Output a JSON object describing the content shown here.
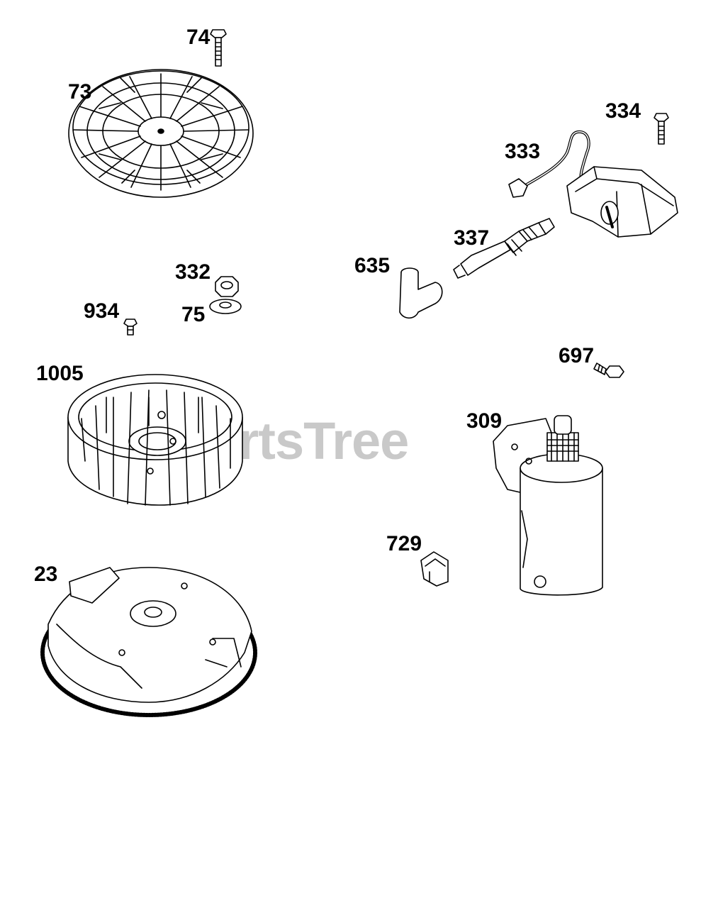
{
  "watermark": "PartsTree",
  "parts": [
    {
      "id": "74",
      "name": "bolt"
    },
    {
      "id": "73",
      "name": "fan-screen"
    },
    {
      "id": "334",
      "name": "ignition-bolt"
    },
    {
      "id": "333",
      "name": "ignition-armature"
    },
    {
      "id": "337",
      "name": "spark-plug"
    },
    {
      "id": "635",
      "name": "spark-plug-boot"
    },
    {
      "id": "332",
      "name": "nut"
    },
    {
      "id": "75",
      "name": "washer"
    },
    {
      "id": "934",
      "name": "screw"
    },
    {
      "id": "1005",
      "name": "fan"
    },
    {
      "id": "697",
      "name": "starter-bolt"
    },
    {
      "id": "309",
      "name": "starter-motor"
    },
    {
      "id": "729",
      "name": "clip"
    },
    {
      "id": "23",
      "name": "flywheel"
    }
  ]
}
